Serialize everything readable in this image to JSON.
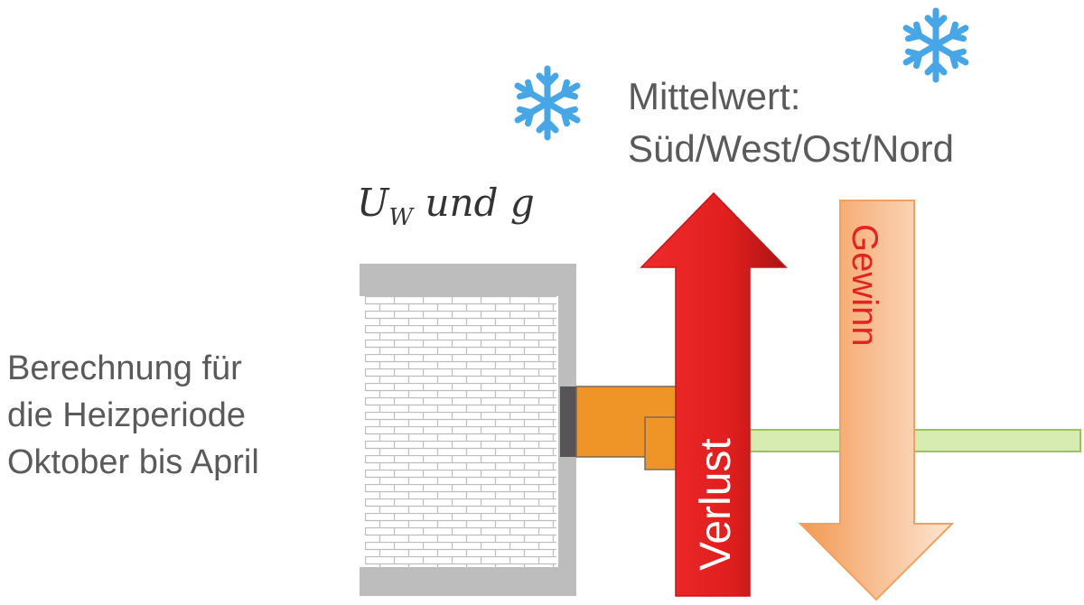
{
  "calculation": {
    "line1": "Berechnung für",
    "line2": "die Heizperiode",
    "line3": "Oktober bis April"
  },
  "average": {
    "line1": "Mittelwert:",
    "line2": "Süd/West/Ost/Nord"
  },
  "formula": {
    "u": "U",
    "sub": "W",
    "rest": " und g"
  },
  "arrows": {
    "loss": "Verlust",
    "gain": "Gewinn"
  },
  "colors": {
    "loss_arrow": "#e11f1f",
    "gain_arrow": "#f7b27a",
    "gain_text": "#e32222",
    "frame": "#f0962a",
    "glass": "#d6ecb0",
    "snowflake": "#46a6e6",
    "wall": "#bdbdbd"
  },
  "icons": [
    "snowflake-icon",
    "snowflake-icon"
  ]
}
